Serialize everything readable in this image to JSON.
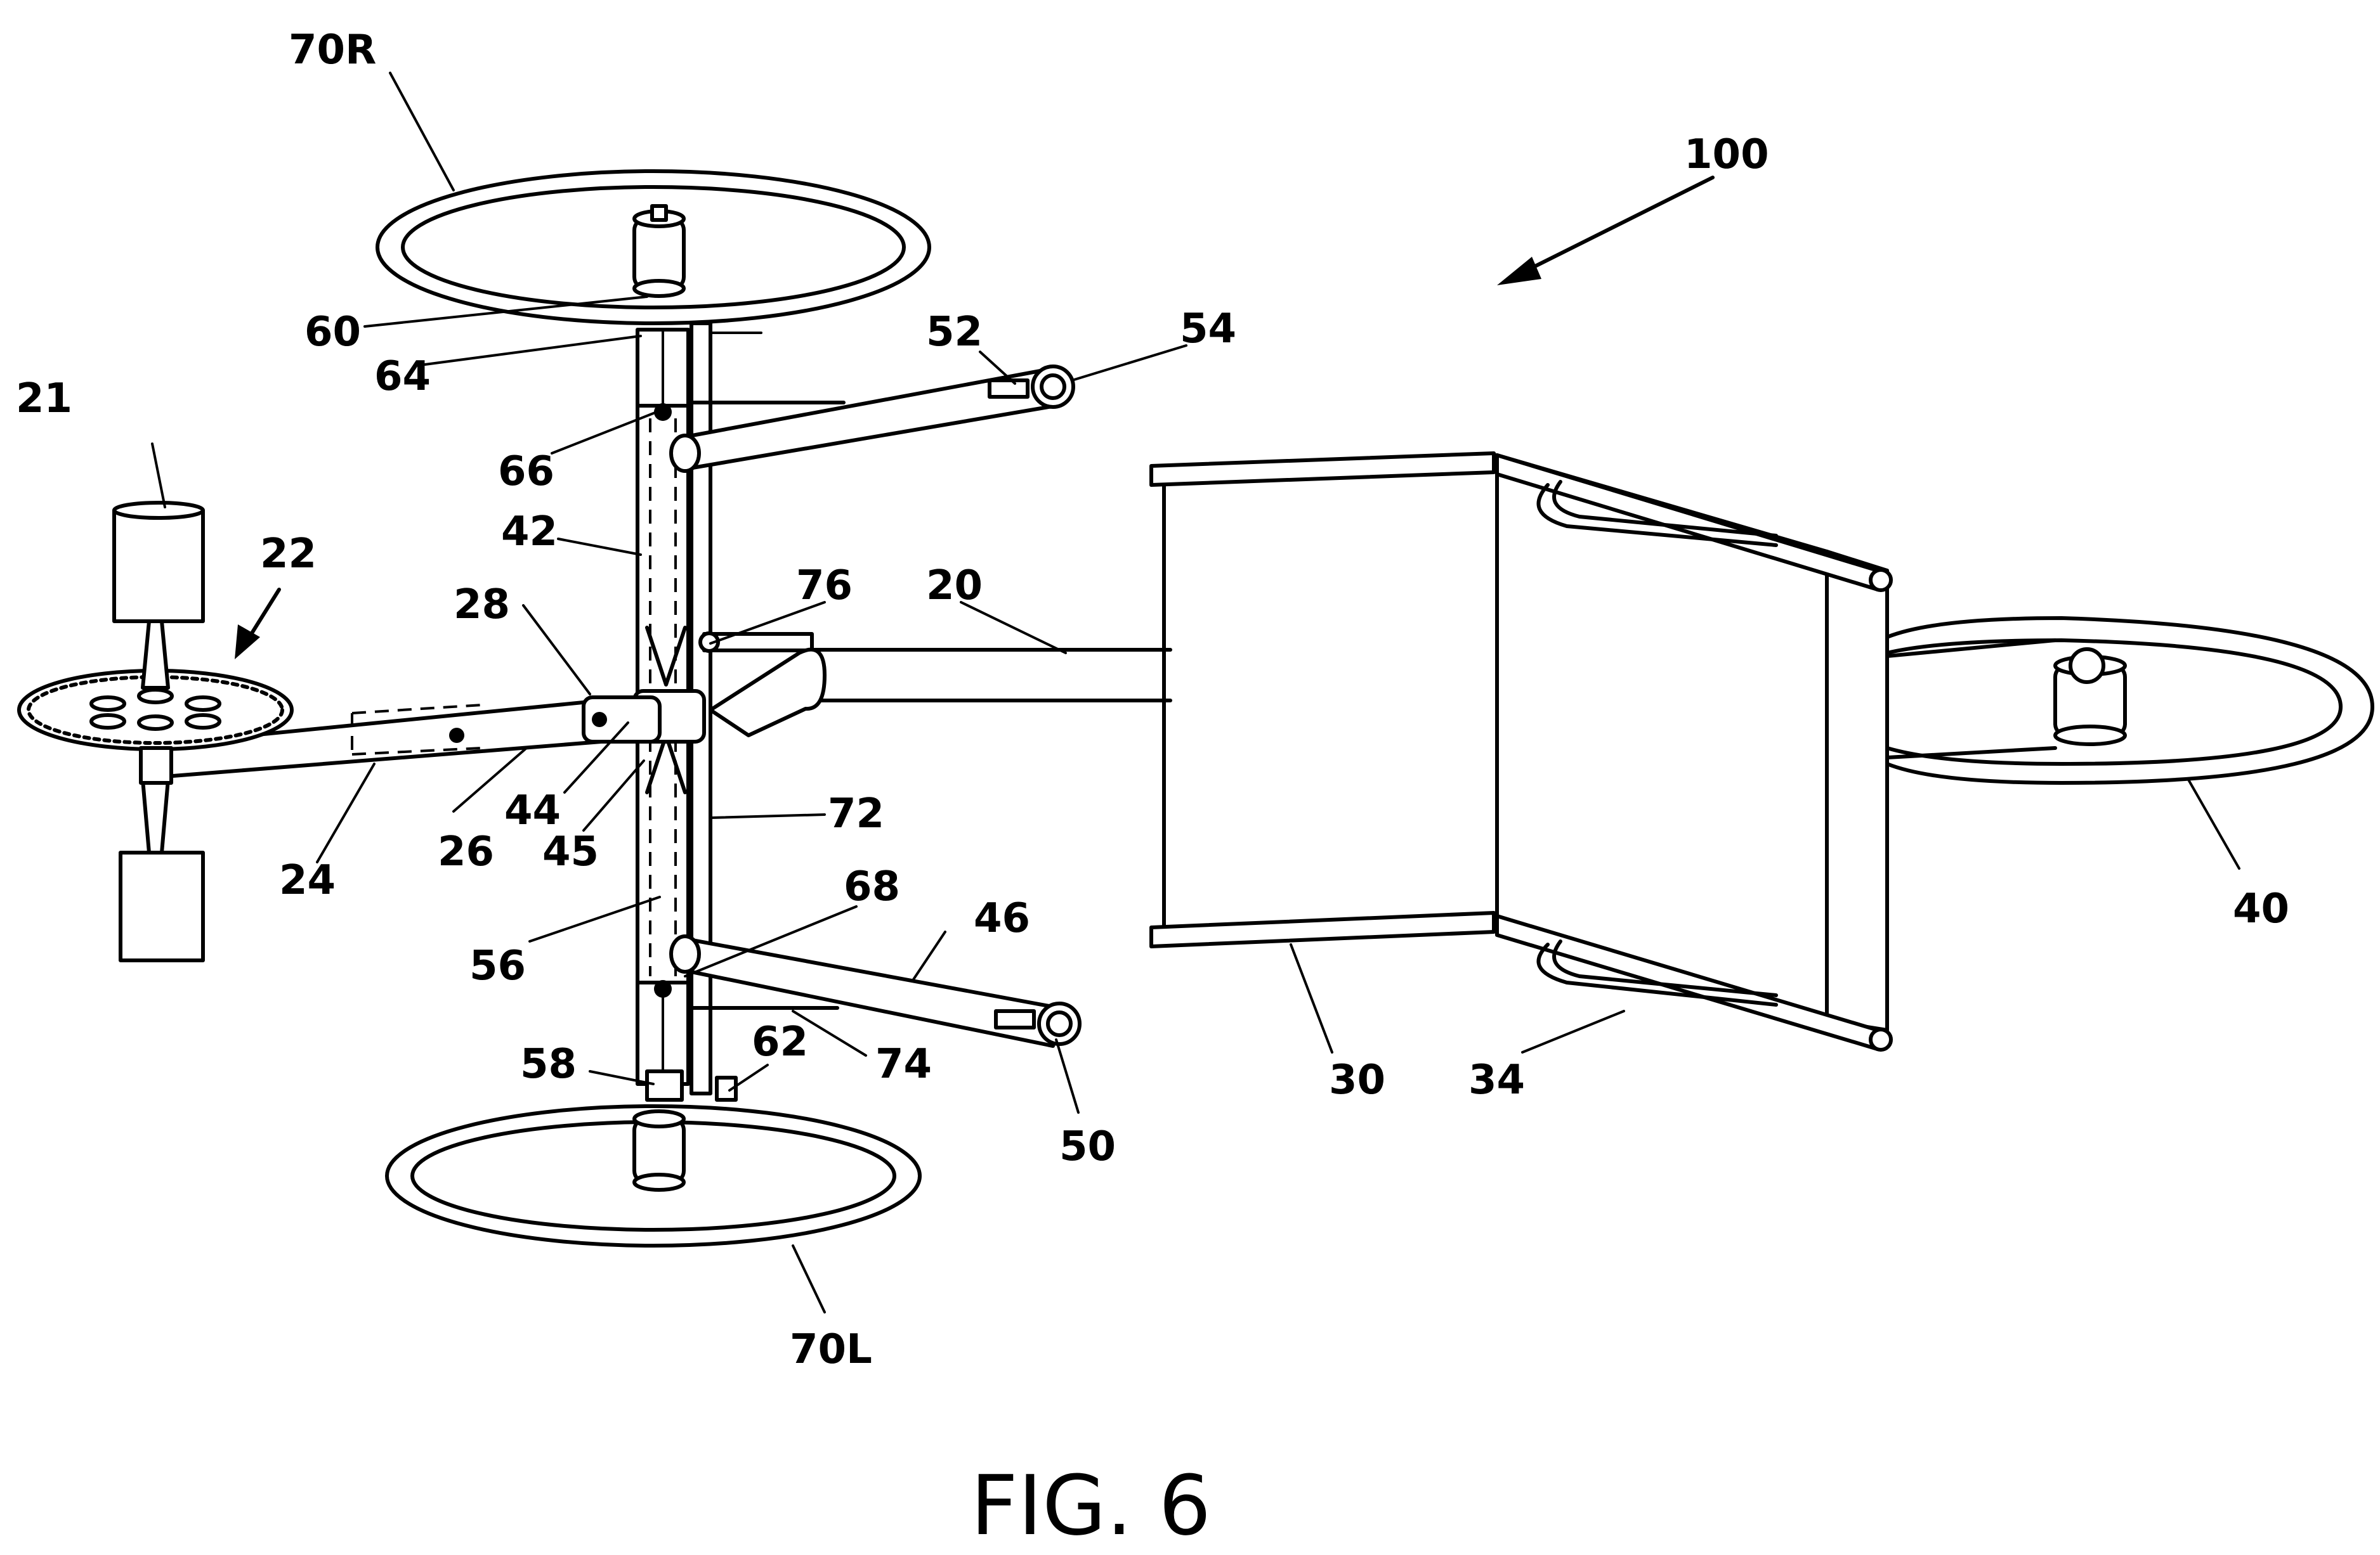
{
  "figure": {
    "caption": "FIG. 6",
    "reference_numerals": {
      "n100": "100",
      "n70R": "70R",
      "n60": "60",
      "n64": "64",
      "n52": "52",
      "n54": "54",
      "n21": "21",
      "n22": "22",
      "n66": "66",
      "n42": "42",
      "n28": "28",
      "n76": "76",
      "n20": "20",
      "n44": "44",
      "n45": "45",
      "n72": "72",
      "n24": "24",
      "n26": "26",
      "n68": "68",
      "n46": "46",
      "n56": "56",
      "n62": "62",
      "n74": "74",
      "n58": "58",
      "n50": "50",
      "n30": "30",
      "n34": "34",
      "n40": "40",
      "n70L": "70L"
    }
  }
}
